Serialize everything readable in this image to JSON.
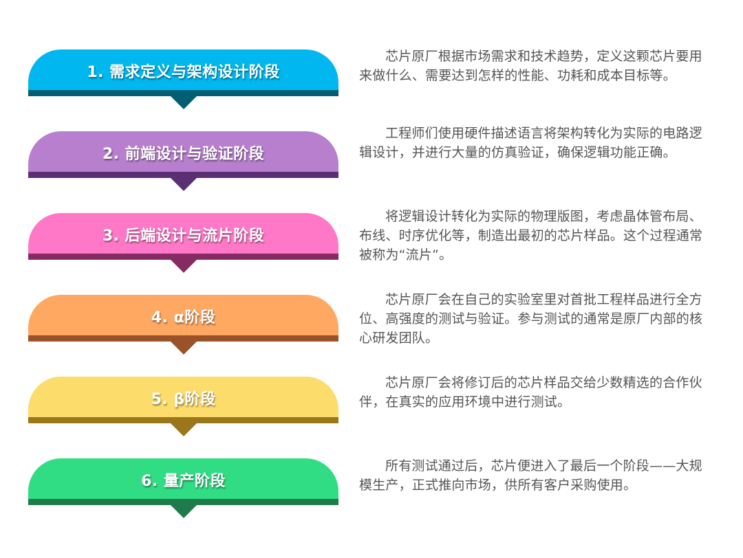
{
  "stages": [
    {
      "title": "1. 需求定义与架构设计阶段",
      "description": "芯片原厂根据市场需求和技术趋势，定义这颗芯片要用来做什么、需要达到怎样的性能、功耗和成本目标等。",
      "colors": {
        "fill": "#00b7f0",
        "band": "#015e73"
      }
    },
    {
      "title": "2. 前端设计与验证阶段",
      "description": "工程师们使用硬件描述语言将架构转化为实际的电路逻辑设计，并进行大量的仿真验证，确保逻辑功能正确。",
      "colors": {
        "fill": "#b77fcd",
        "band": "#5b2f73"
      }
    },
    {
      "title": "3. 后端设计与流片阶段",
      "description": "将逻辑设计转化为实际的物理版图，考虑晶体管布局、布线、时序优化等，制造出最初的芯片样品。这个过程通常被称为“流片”。",
      "colors": {
        "fill": "#ff78c8",
        "band": "#852a63"
      }
    },
    {
      "title": "4. α阶段",
      "description": "芯片原厂会在自己的实验室里对首批工程样品进行全方位、高强度的测试与验证。参与测试的通常是原厂内部的核心研发团队。",
      "colors": {
        "fill": "#ffa862",
        "band": "#9a5228"
      }
    },
    {
      "title": "5. β阶段",
      "description": "芯片原厂会将修订后的芯片样品交给少数精选的合作伙伴，在真实的应用环境中进行测试。",
      "colors": {
        "fill": "#fcdc6b",
        "band": "#9a761c"
      }
    },
    {
      "title": "6. 量产阶段",
      "description": "所有测试通过后，芯片便进入了最后一个阶段——大规模生产，正式推向市场，供所有客户采购使用。",
      "colors": {
        "fill": "#31dd84",
        "band": "#1f7b4a"
      }
    }
  ]
}
